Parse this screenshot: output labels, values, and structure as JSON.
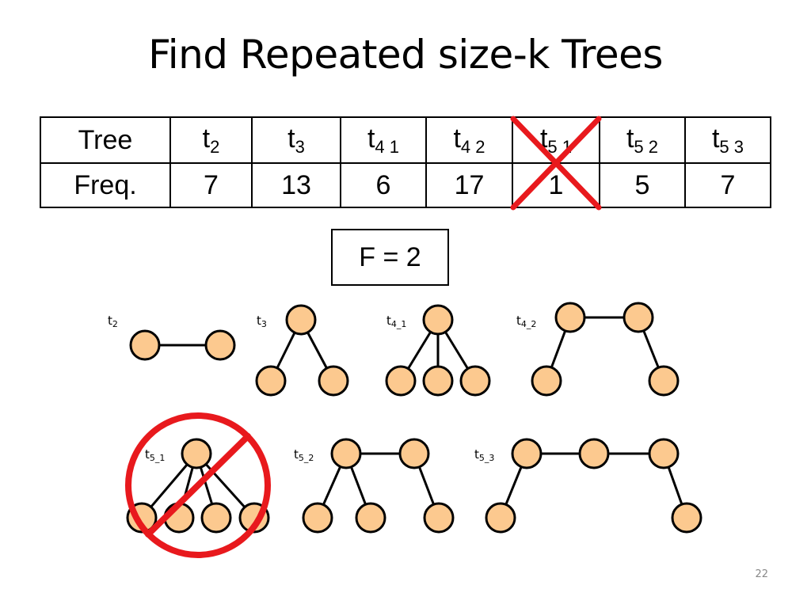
{
  "title": "Find Repeated size-k Trees",
  "table": {
    "row1_header": "Tree",
    "row2_header": "Freq.",
    "columns": [
      {
        "base": "t",
        "sub": "2",
        "freq": "7"
      },
      {
        "base": "t",
        "sub": "3",
        "freq": "13"
      },
      {
        "base": "t",
        "sub": "4_1",
        "freq": "6"
      },
      {
        "base": "t",
        "sub": "4_2",
        "freq": "17"
      },
      {
        "base": "t",
        "sub": "5_1",
        "freq": "1",
        "crossed_out": true
      },
      {
        "base": "t",
        "sub": "5_2",
        "freq": "5"
      },
      {
        "base": "t",
        "sub": "5_3",
        "freq": "7"
      }
    ],
    "display_subs": [
      "2",
      "3",
      "4 1",
      "4 2",
      "5 1",
      "5 2",
      "5 3"
    ]
  },
  "threshold": "F = 2",
  "trees": [
    {
      "id": "t2",
      "base": "t",
      "sub": "2"
    },
    {
      "id": "t3",
      "base": "t",
      "sub": "3"
    },
    {
      "id": "t4_1",
      "base": "t",
      "sub": "4_1"
    },
    {
      "id": "t4_2",
      "base": "t",
      "sub": "4_2"
    },
    {
      "id": "t5_1",
      "base": "t",
      "sub": "5_1",
      "crossed_out": true
    },
    {
      "id": "t5_2",
      "base": "t",
      "sub": "5_2"
    },
    {
      "id": "t5_3",
      "base": "t",
      "sub": "5_3"
    }
  ],
  "slide_number": "22",
  "colors": {
    "node_fill": "#FCC98F",
    "node_stroke": "#000000",
    "cross": "#E8191D"
  },
  "icons": {
    "table_cross": "x-mark-icon",
    "tree_cross": "prohibited-icon"
  }
}
